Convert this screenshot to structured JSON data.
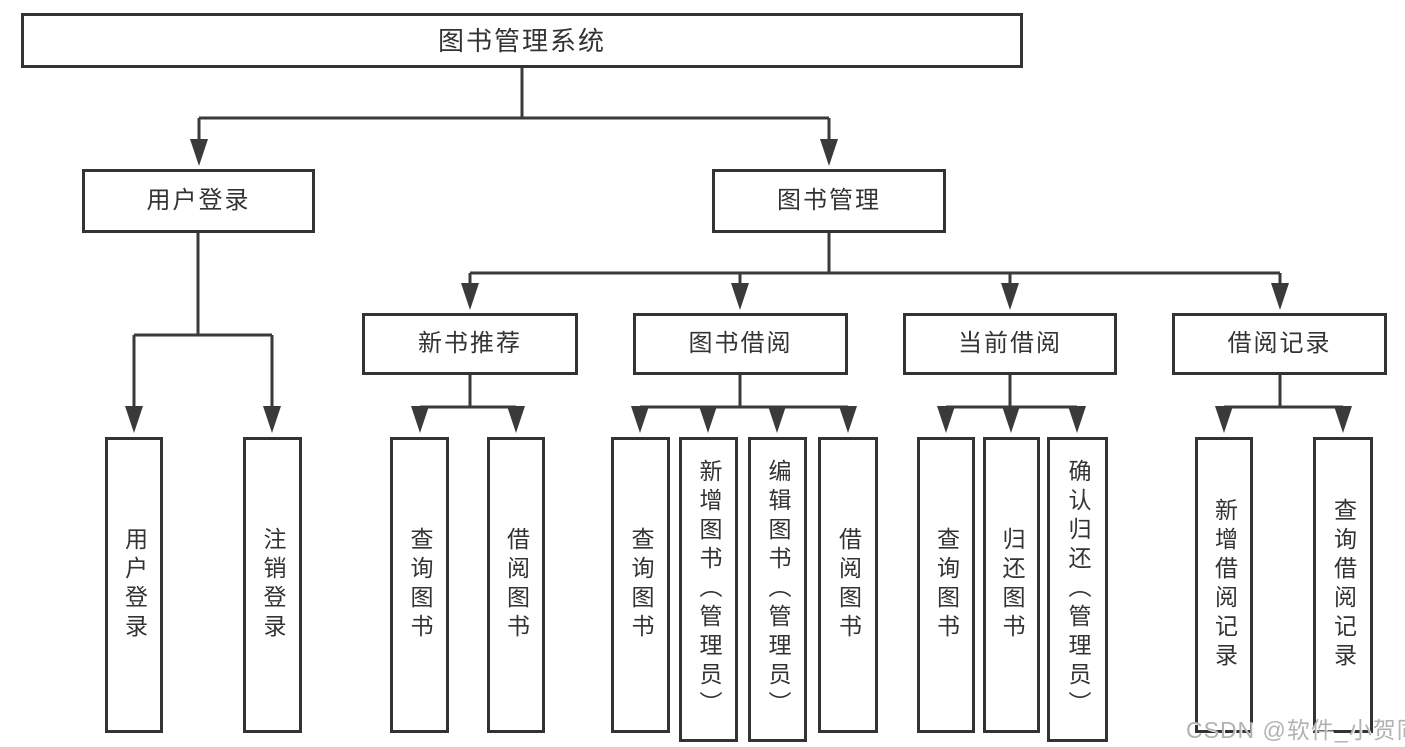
{
  "tree": {
    "label": "图书管理系统",
    "children": [
      {
        "label": "用户登录",
        "children": [
          {
            "label": "用户登录"
          },
          {
            "label": "注销登录"
          }
        ]
      },
      {
        "label": "图书管理",
        "children": [
          {
            "label": "新书推荐",
            "children": [
              {
                "label": "查询图书"
              },
              {
                "label": "借阅图书"
              }
            ]
          },
          {
            "label": "图书借阅",
            "children": [
              {
                "label": "查询图书"
              },
              {
                "label": "新增图书（管理员）"
              },
              {
                "label": "编辑图书（管理员）"
              },
              {
                "label": "借阅图书"
              }
            ]
          },
          {
            "label": "当前借阅",
            "children": [
              {
                "label": "查询图书"
              },
              {
                "label": "归还图书"
              },
              {
                "label": "确认归还（管理员）"
              }
            ]
          },
          {
            "label": "借阅记录",
            "children": [
              {
                "label": "新增借阅记录"
              },
              {
                "label": "查询借阅记录"
              }
            ]
          }
        ]
      }
    ]
  },
  "watermark": {
    "text": "CSDN @软件_小贺同学"
  },
  "colors": {
    "background": "#ffffff",
    "line": "#3a3a3a",
    "box_border": "#333333",
    "box_fill": "#ffffff",
    "text": "#333333",
    "watermark": "#b2b2b2"
  }
}
